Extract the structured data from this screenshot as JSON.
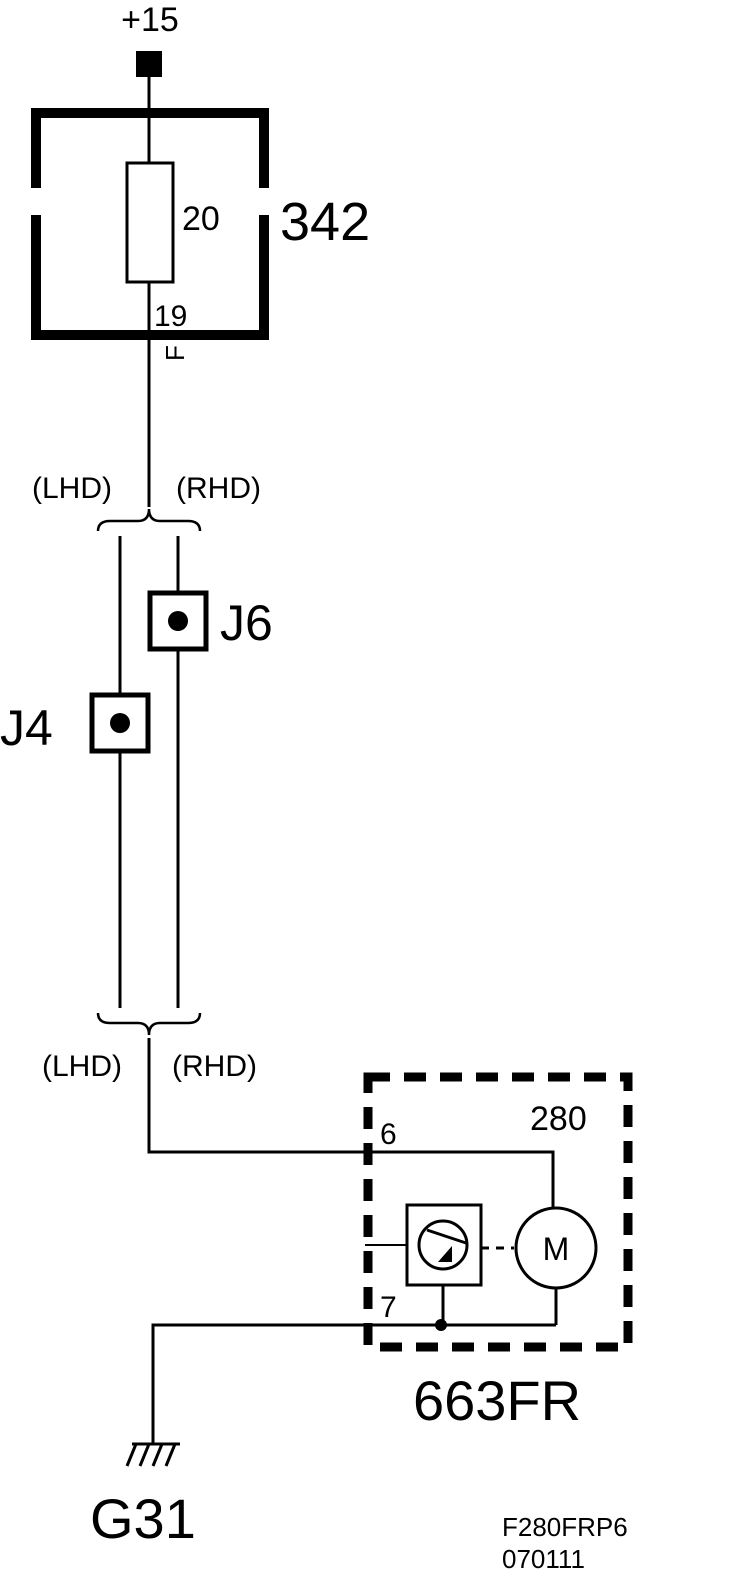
{
  "supply": {
    "label": "+15"
  },
  "fuse_box": {
    "id": "342",
    "fuse_rating": "20",
    "pin": "19",
    "wire_code": "F"
  },
  "branch_top": {
    "left_label": "(LHD)",
    "right_label": "(RHD)"
  },
  "connectors": {
    "j6": "J6",
    "j4": "J4"
  },
  "branch_bottom": {
    "left_label": "(LHD)",
    "right_label": "(RHD)"
  },
  "pump_unit": {
    "id": "280",
    "pin_in": "6",
    "pin_out": "7",
    "motor_label": "M",
    "component_code": "663FR"
  },
  "ground": {
    "label": "G31"
  },
  "drawing_ref": {
    "code": "F280FRP6",
    "date": "070111"
  },
  "colors": {
    "line": "#000000",
    "background": "#ffffff"
  }
}
